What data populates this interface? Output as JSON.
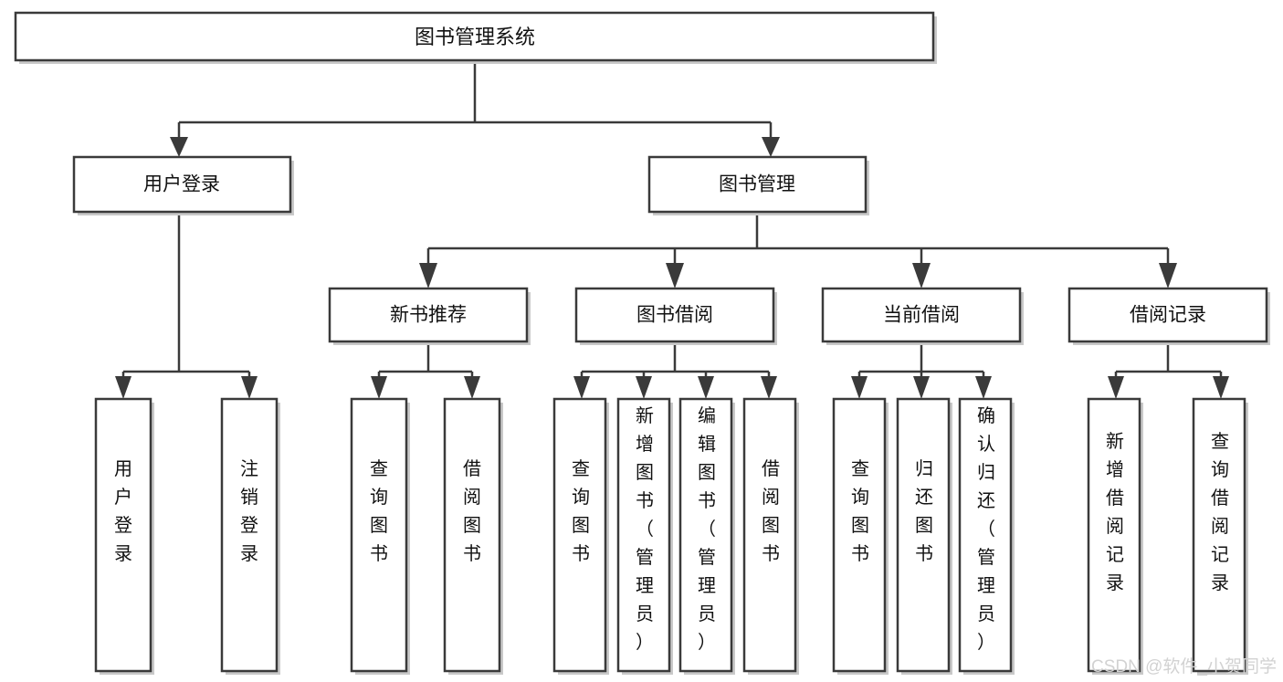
{
  "diagram": {
    "type": "tree",
    "title": "图书管理系统",
    "background_color": "#ffffff",
    "line_color": "#3a3a3a",
    "text_color": "#111111",
    "levels": {
      "root": "图书管理系统",
      "level2": [
        "用户登录",
        "图书管理"
      ],
      "level3": [
        "新书推荐",
        "图书借阅",
        "当前借阅",
        "借阅记录"
      ]
    },
    "nodes": {
      "root": {
        "label": "图书管理系统"
      },
      "user_login": {
        "label": "用户登录"
      },
      "book_manage": {
        "label": "图书管理"
      },
      "new_book_rec": {
        "label": "新书推荐"
      },
      "book_borrow": {
        "label": "图书借阅"
      },
      "current_borrow": {
        "label": "当前借阅"
      },
      "borrow_record": {
        "label": "借阅记录"
      }
    },
    "leaves": {
      "user_login": [
        {
          "label": "用户登录"
        },
        {
          "label": "注销登录"
        }
      ],
      "new_book_rec": [
        {
          "label": "查询图书"
        },
        {
          "label": "借阅图书"
        }
      ],
      "book_borrow": [
        {
          "label": "查询图书"
        },
        {
          "label": "新增图书（管理员）"
        },
        {
          "label": "编辑图书（管理员）"
        },
        {
          "label": "借阅图书"
        }
      ],
      "current_borrow": [
        {
          "label": "查询图书"
        },
        {
          "label": "归还图书"
        },
        {
          "label": "确认归还（管理员）"
        }
      ],
      "borrow_record": [
        {
          "label": "新增借阅记录"
        },
        {
          "label": "查询借阅记录"
        }
      ]
    }
  },
  "watermark": {
    "text": "CSDN @软件_小贺同学"
  }
}
